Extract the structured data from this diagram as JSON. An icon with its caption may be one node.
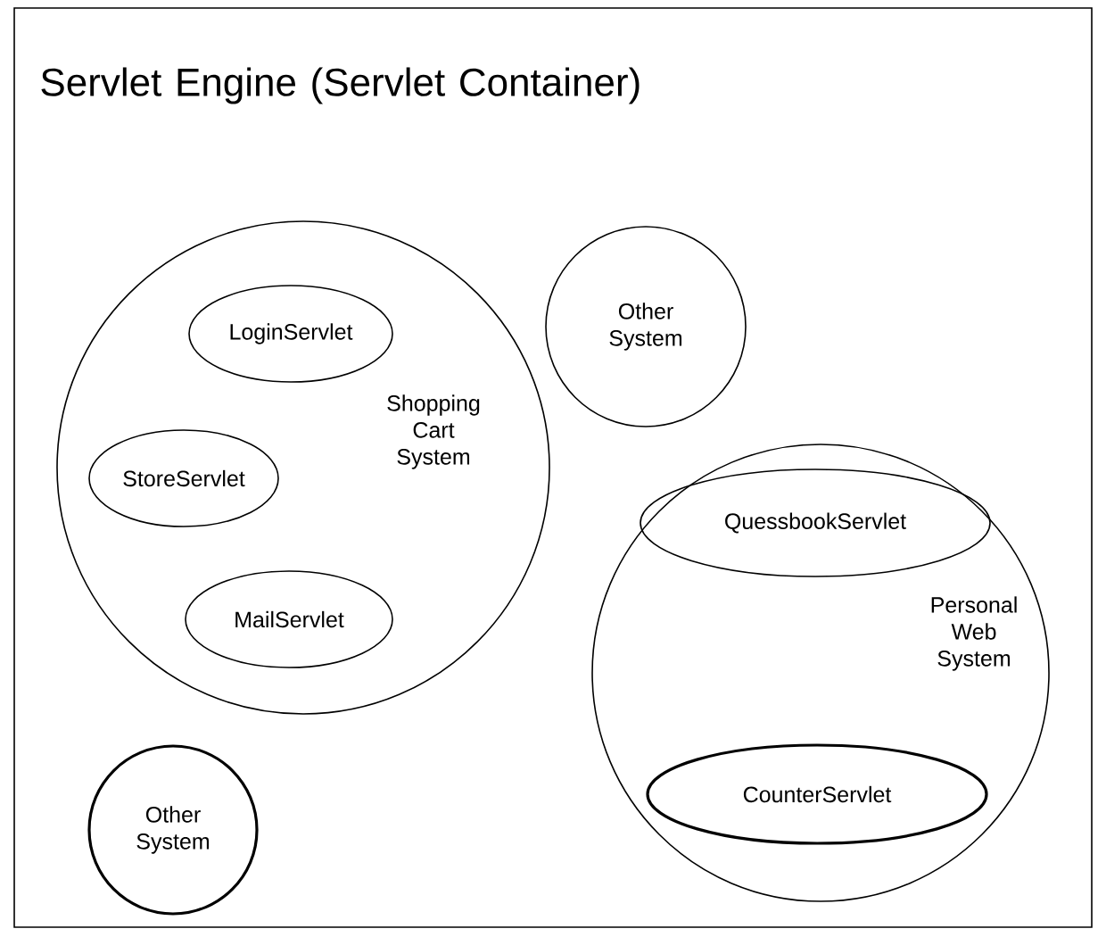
{
  "diagram": {
    "nodes": [
      {
        "text": [
          "Servlet Engine (Servlet Container)"
        ]
      },
      {
        "text": [
          "Shopping Cart System"
        ],
        "in": 0
      },
      {
        "text": [
          "LoginServlet"
        ],
        "in": 1
      },
      {
        "text": [
          "StoreServlet"
        ],
        "in": 1
      },
      {
        "text": [
          "MailServlet"
        ],
        "in": 1
      },
      {
        "text": [
          "Other System"
        ],
        "in": 0
      },
      {
        "text": [
          "Personal Web System"
        ],
        "in": 0
      },
      {
        "text": [
          "QuessbookServlet"
        ],
        "in": 6
      },
      {
        "text": [
          "CounterServlet"
        ],
        "in": 6
      },
      {
        "text": [
          "Other System"
        ],
        "in": 0
      }
    ]
  }
}
